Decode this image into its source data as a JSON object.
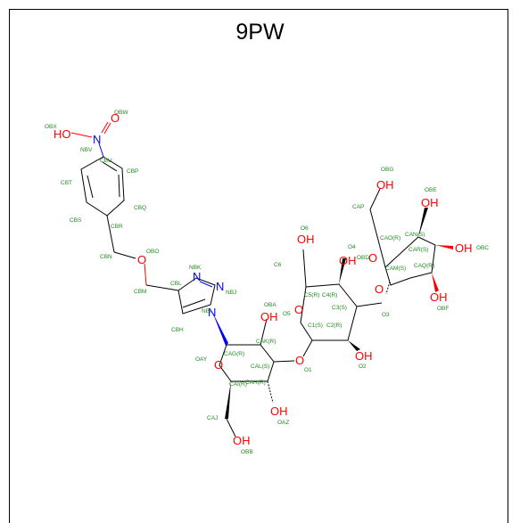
{
  "title": "9PW",
  "colors": {
    "bond": "#000000",
    "oxygen": "#ff0000",
    "nitrogen": "#0000ff",
    "label": "#1e8b1e"
  },
  "hetero_labels": [
    {
      "id": "ho-nitro",
      "text": "HO",
      "color": "oxygen"
    },
    {
      "id": "o-nitro",
      "text": "O",
      "color": "oxygen"
    },
    {
      "id": "n-nitro",
      "text": "N",
      "color": "nitrogen"
    },
    {
      "id": "o-ether",
      "text": "O",
      "color": "oxygen"
    },
    {
      "id": "n-nbk",
      "text": "N",
      "color": "nitrogen"
    },
    {
      "id": "n-nbj",
      "text": "N",
      "color": "nitrogen"
    },
    {
      "id": "n-nbi",
      "text": "N",
      "color": "nitrogen"
    },
    {
      "id": "oh-oba",
      "text": "OH",
      "color": "oxygen"
    },
    {
      "id": "o-ring1",
      "text": "O",
      "color": "oxygen"
    },
    {
      "id": "o-link1",
      "text": "O",
      "color": "oxygen"
    },
    {
      "id": "oh-oaz",
      "text": "OH",
      "color": "oxygen"
    },
    {
      "id": "oh-obb",
      "text": "OH",
      "color": "oxygen"
    },
    {
      "id": "oh-o6",
      "text": "OH",
      "color": "oxygen"
    },
    {
      "id": "o-ring2",
      "text": "O",
      "color": "oxygen"
    },
    {
      "id": "oh-o4",
      "text": "OH",
      "color": "oxygen"
    },
    {
      "id": "oh-o2",
      "text": "OH",
      "color": "oxygen"
    },
    {
      "id": "o-link2",
      "text": "O",
      "color": "oxygen"
    },
    {
      "id": "oh-obg",
      "text": "OH",
      "color": "oxygen"
    },
    {
      "id": "oh-obe",
      "text": "OH",
      "color": "oxygen"
    },
    {
      "id": "o-ring3",
      "text": "O",
      "color": "oxygen"
    },
    {
      "id": "oh-obc",
      "text": "OH",
      "color": "oxygen"
    },
    {
      "id": "oh-obf",
      "text": "OH",
      "color": "oxygen"
    }
  ],
  "atom_labels": [
    "OBX",
    "OBW",
    "NBV",
    "CBU",
    "CBP",
    "CBT",
    "CBQ",
    "CBS",
    "CBR",
    "CBN",
    "OBO",
    "NBK",
    "NBJ",
    "CBL",
    "CBM",
    "NBI",
    "CBH",
    "OBA",
    "CAG(R)",
    "CAK(R)",
    "OAY",
    "CAL(S)",
    "CAI(R)",
    "CAH(R)",
    "CAJ",
    "OAZ",
    "OBB",
    "O6",
    "C6",
    "O4",
    "C5(R)",
    "C4(R)",
    "O5",
    "C3(S)",
    "C1(S)",
    "C2(R)",
    "O1",
    "O2",
    "O3",
    "OBG",
    "CAP",
    "OBE",
    "CAO(R)",
    "CAN(S)",
    "OBD",
    "CAR(S)",
    "OBC",
    "CAM(S)",
    "CAQ(R)",
    "OBF"
  ]
}
